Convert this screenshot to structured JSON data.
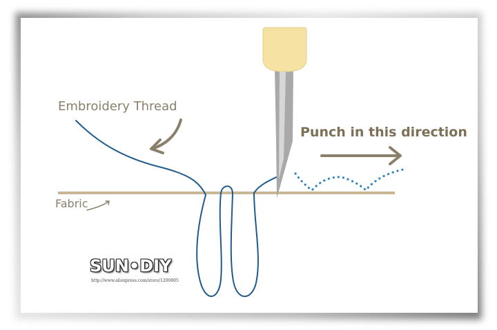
{
  "labels": {
    "thread": "Embroidery Thread",
    "fabric": "Fabric",
    "direction": "Punch in this direction"
  },
  "logo": {
    "text": "SUN•DIY",
    "url": "http://www.aliexpress.com/store/1200805"
  },
  "colors": {
    "text": "#8a7f6a",
    "thread": "#1f5a8c",
    "fabric": "#c9b796",
    "needle_handle": "#f6e3a4",
    "needle_blade": "#a9a9a9",
    "dots": "#2f83b8",
    "arrow": "#8a7f6a"
  }
}
